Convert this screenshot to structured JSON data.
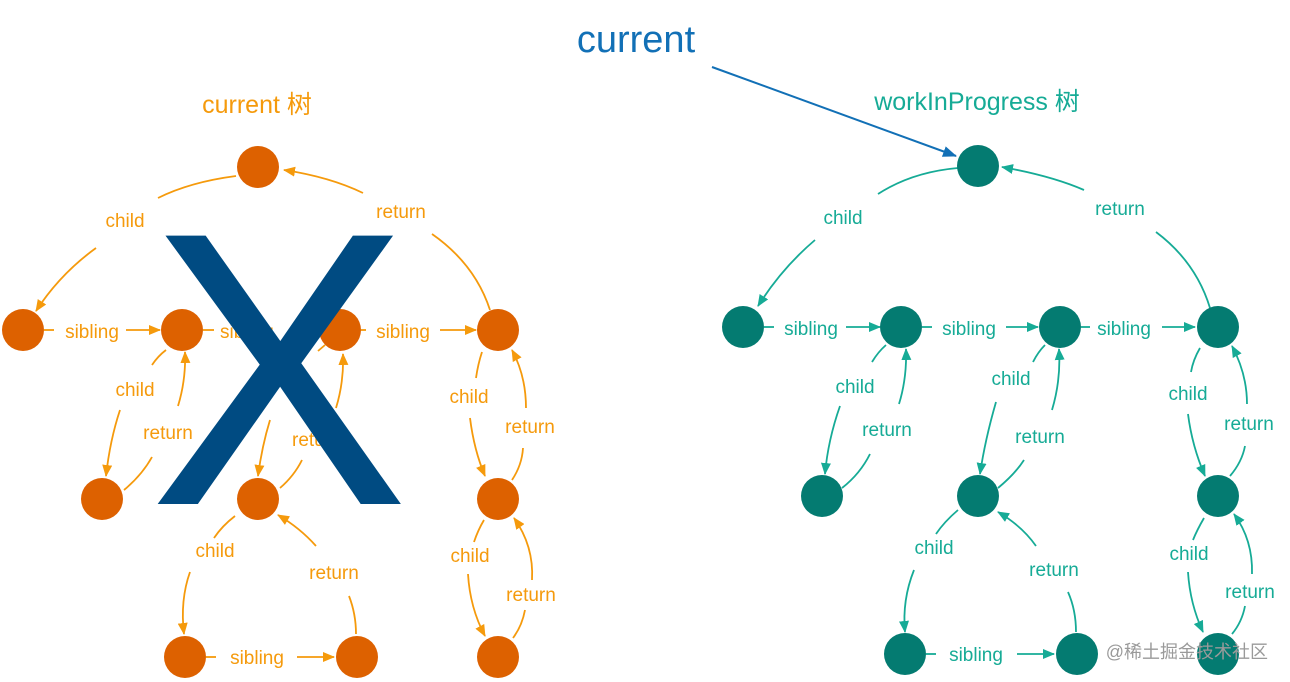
{
  "header": {
    "title": "current"
  },
  "left_tree": {
    "title": "current 树",
    "labels": {
      "child_root": "child",
      "return_root": "return",
      "sibling_1": "sibling",
      "sibling_2": "sibling",
      "sibling_3": "sibling",
      "child_b": "child",
      "return_b": "return",
      "return_c": "return",
      "child_d": "child",
      "return_d": "return",
      "child_f": "child",
      "return_f": "return",
      "sibling_bottom": "sibling",
      "child_h": "child",
      "return_h": "return"
    }
  },
  "right_tree": {
    "title": "workInProgress 树",
    "labels": {
      "child_root": "child",
      "return_root": "return",
      "sibling_1": "sibling",
      "sibling_2": "sibling",
      "sibling_3": "sibling",
      "child_b": "child",
      "return_b": "return",
      "child_c": "child",
      "return_c": "return",
      "child_d": "child",
      "return_d": "return",
      "child_f": "child",
      "return_f": "return",
      "sibling_bottom": "sibling",
      "child_h": "child",
      "return_h": "return"
    }
  },
  "cross_mark": "X",
  "watermark": "@稀土掘金技术社区",
  "colors": {
    "orange_node": "#dd6100",
    "orange_line": "#f59a0c",
    "teal_node": "#047b71",
    "teal_line": "#16ab96",
    "blue_title": "#1270b6",
    "cross": "#004b82"
  }
}
